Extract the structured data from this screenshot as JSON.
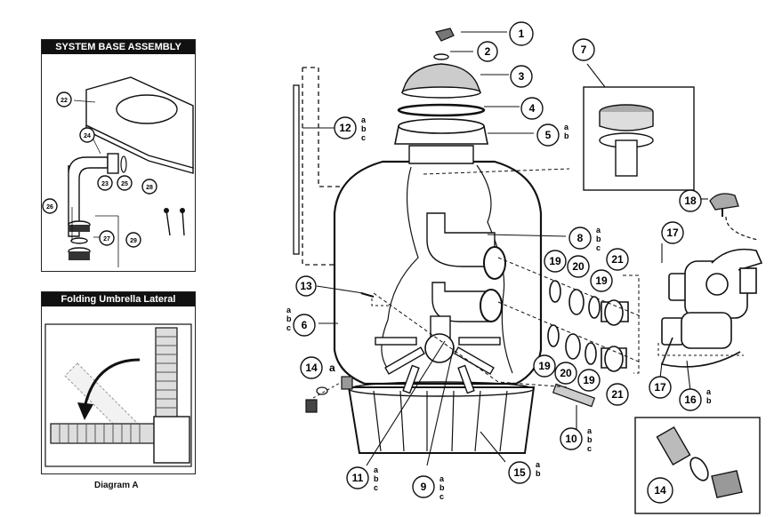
{
  "panels": {
    "system_base": {
      "title": "SYSTEM BASE ASSEMBLY"
    },
    "umbrella": {
      "title": "Folding Umbrella Lateral Assembly",
      "caption": "Diagram A"
    }
  },
  "callouts": {
    "c1": {
      "num": "1",
      "sub": ""
    },
    "c2": {
      "num": "2",
      "sub": ""
    },
    "c3": {
      "num": "3",
      "sub": ""
    },
    "c4": {
      "num": "4",
      "sub": ""
    },
    "c5": {
      "num": "5",
      "sub": "a b"
    },
    "c6": {
      "num": "6",
      "sub": "a b c"
    },
    "c7": {
      "num": "7",
      "sub": ""
    },
    "c8": {
      "num": "8",
      "sub": "a b c"
    },
    "c9": {
      "num": "9",
      "sub": "a b c"
    },
    "c10": {
      "num": "10",
      "sub": "a b c"
    },
    "c11": {
      "num": "11",
      "sub": "a b c"
    },
    "c12": {
      "num": "12",
      "sub": "a b c"
    },
    "c13": {
      "num": "13",
      "sub": ""
    },
    "c14a": {
      "num": "14",
      "sub": "a"
    },
    "c14b": {
      "num": "14",
      "sub": ""
    },
    "c15": {
      "num": "15",
      "sub": "a b"
    },
    "c16": {
      "num": "16",
      "sub": "a b"
    },
    "c17a": {
      "num": "17",
      "sub": ""
    },
    "c17b": {
      "num": "17",
      "sub": ""
    },
    "c18": {
      "num": "18",
      "sub": ""
    },
    "c19a": {
      "num": "19",
      "sub": ""
    },
    "c19b": {
      "num": "19",
      "sub": ""
    },
    "c19c": {
      "num": "19",
      "sub": ""
    },
    "c19d": {
      "num": "19",
      "sub": ""
    },
    "c20a": {
      "num": "20",
      "sub": ""
    },
    "c20b": {
      "num": "20",
      "sub": ""
    },
    "c21a": {
      "num": "21",
      "sub": ""
    },
    "c21b": {
      "num": "21",
      "sub": ""
    },
    "c22": {
      "num": "22",
      "sub": ""
    },
    "c23": {
      "num": "23",
      "sub": ""
    },
    "c24": {
      "num": "24",
      "sub": ""
    },
    "c25": {
      "num": "25",
      "sub": ""
    },
    "c26": {
      "num": "26",
      "sub": ""
    },
    "c27": {
      "num": "27",
      "sub": ""
    },
    "c28": {
      "num": "28",
      "sub": ""
    },
    "c29": {
      "num": "29",
      "sub": ""
    }
  }
}
